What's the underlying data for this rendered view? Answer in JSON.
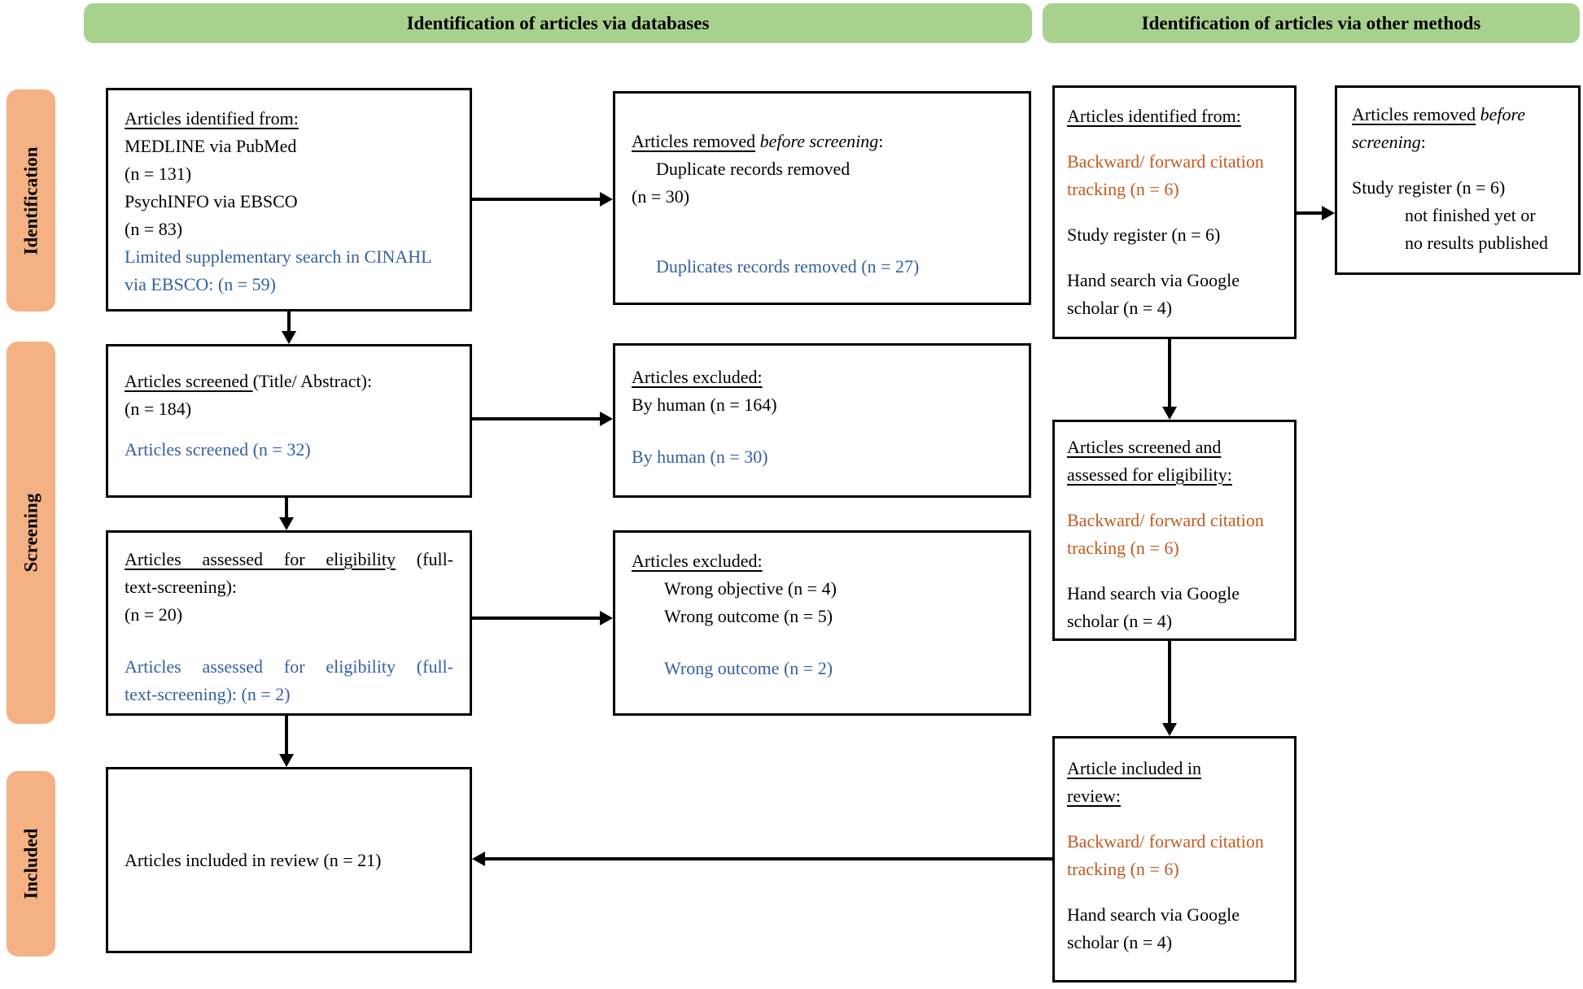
{
  "headers": {
    "databases": "Identification of articles via databases",
    "other_methods": "Identification of articles via other methods"
  },
  "stages": {
    "identification": "Identification",
    "screening": "Screening",
    "included": "Included"
  },
  "colors": {
    "header_green": "#A9D18E",
    "stage_peach": "#F4B183",
    "blue_text": "#35609F",
    "orange_text": "#C05A1E",
    "box_border": "#000000"
  },
  "boxes": {
    "db_identified": {
      "heading": "Articles identified from:",
      "line1": "MEDLINE via PubMed",
      "line2": "(n = 131)",
      "line3": "PsychINFO via EBSCO",
      "line4": "(n = 83)",
      "ai_line": "Limited supplementary search in CINAHL via EBSCO: (n = 59)"
    },
    "db_removed": {
      "heading_underlined": "Articles removed",
      "heading_italic": " before screening",
      "heading_tail": ":",
      "line1": "Duplicate records removed",
      "line2": "(n = 30)",
      "ai_line": "Duplicates records removed (n = 27)"
    },
    "db_screened": {
      "heading_underlined": "Articles screened ",
      "heading_rest": "(Title/ Abstract):",
      "line1": "(n = 184)",
      "ai_line": "Articles screened (n = 32)"
    },
    "db_excluded_screening": {
      "heading": "Articles excluded:",
      "line1": "By human (n = 164)",
      "ai_line": "By human (n = 30)"
    },
    "db_eligibility": {
      "heading_underlined": "Articles assessed for eligibility",
      "heading_rest": " (full-",
      "heading_line2": "text-screening):",
      "line1": "(n = 20)",
      "ai_line1": "Articles assessed for eligibility (full-",
      "ai_line2": "text-screening): (n = 2)"
    },
    "db_excluded_fulltext": {
      "heading": "Articles excluded:",
      "line1": "Wrong objective (n = 4)",
      "line2": "Wrong outcome (n = 5)",
      "ai_line": "Wrong outcome (n = 2)"
    },
    "included_review": {
      "line1": "Articles included in review (n = 21)"
    },
    "other_identified": {
      "heading": "Articles identified from:",
      "citation_line": "Backward/ forward citation tracking (n = 6)",
      "register_line": "Study register (n = 6)",
      "hand_line": "Hand search via Google scholar (n = 4)"
    },
    "other_removed": {
      "heading_underlined": "Articles removed",
      "heading_italic": " before screening",
      "heading_tail": ":",
      "line1": "Study register (n = 6)",
      "line2": "not finished yet or",
      "line3": "no results published"
    },
    "other_screened": {
      "heading": "Articles screened and assessed for eligibility:",
      "citation_line": "Backward/ forward citation tracking (n = 6)",
      "hand_line": "Hand search via Google scholar (n = 4)"
    },
    "other_included": {
      "heading": "Article included in review:",
      "citation_line": "Backward/ forward citation tracking (n = 6)",
      "hand_line": "Hand search via Google scholar (n = 4)"
    }
  }
}
